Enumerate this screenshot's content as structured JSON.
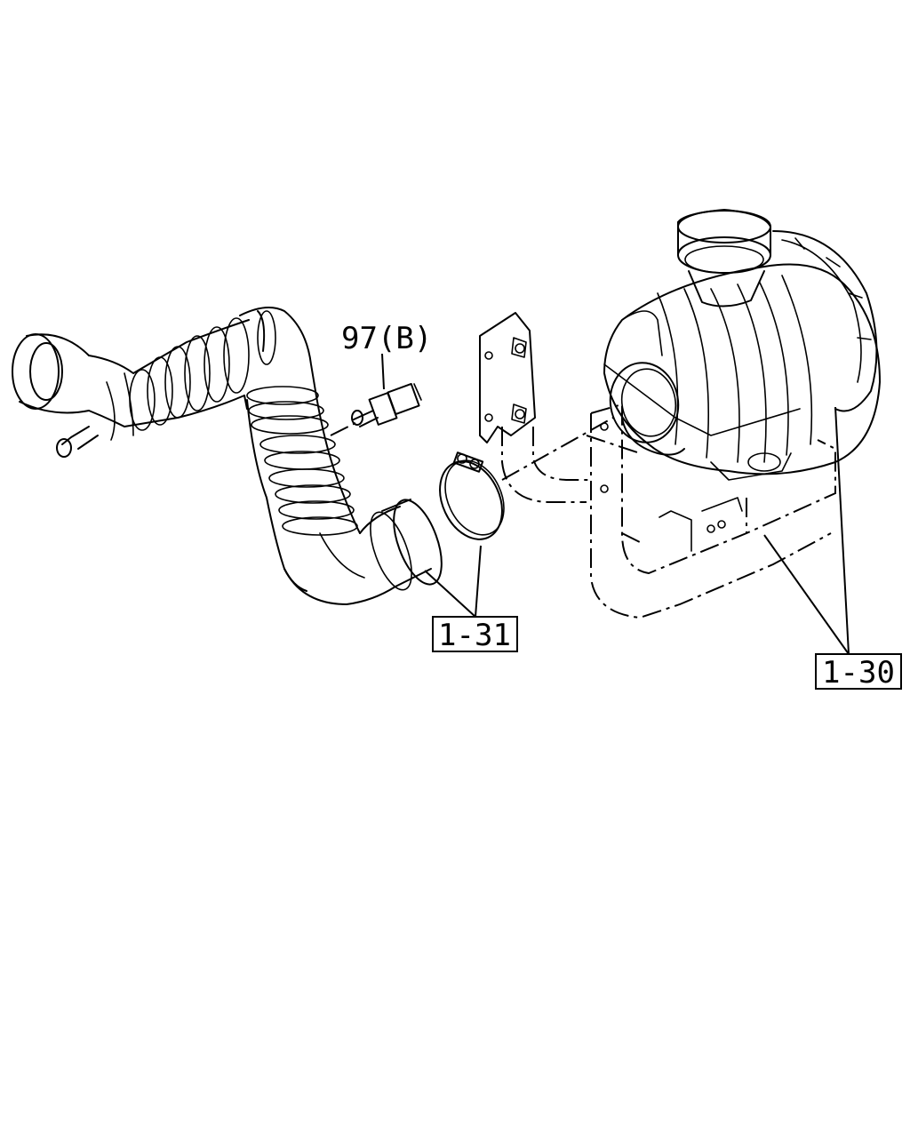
{
  "labels": {
    "sensor": "97(B)",
    "hose_callout": "1-31",
    "cleaner_callout": "1-30"
  }
}
